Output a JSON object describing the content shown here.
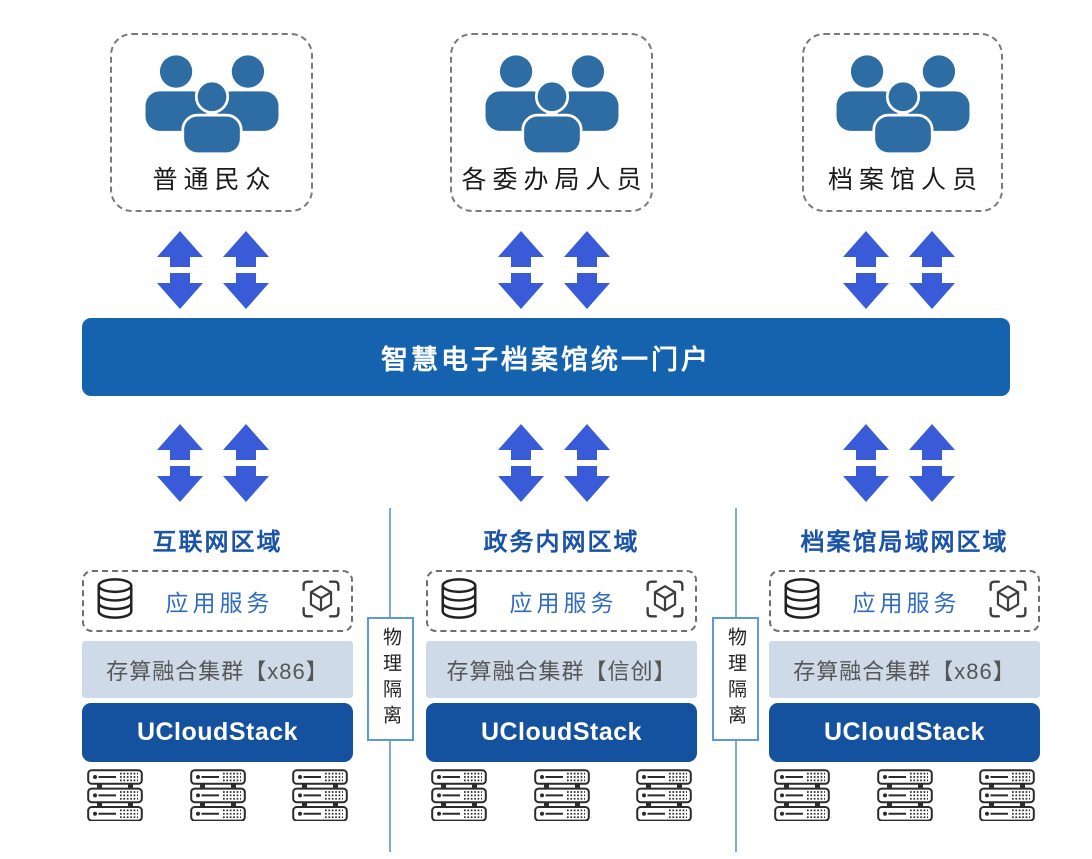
{
  "diagram": {
    "user_groups": [
      {
        "label": "普通民众"
      },
      {
        "label": "各委办局人员"
      },
      {
        "label": "档案馆人员"
      }
    ],
    "portal": {
      "title": "智慧电子档案馆统一门户"
    },
    "zones": [
      {
        "title": "互联网区域",
        "service_label": "应用服务",
        "cluster_label": "存算融合集群【x86】",
        "platform_label": "UCloudStack"
      },
      {
        "title": "政务内网区域",
        "service_label": "应用服务",
        "cluster_label": "存算融合集群【信创】",
        "platform_label": "UCloudStack"
      },
      {
        "title": "档案馆局域网区域",
        "service_label": "应用服务",
        "cluster_label": "存算融合集群【x86】",
        "platform_label": "UCloudStack"
      }
    ],
    "separators": [
      {
        "label": "物理隔离"
      },
      {
        "label": "物理隔离"
      }
    ],
    "icons": {
      "user_group": "people-group-icon",
      "arrow": "double-vertical-arrow-icon",
      "database": "database-icon",
      "cube": "cube-scan-icon",
      "server": "server-stack-icon"
    },
    "colors": {
      "portal_bar": "#1563AE",
      "platform_bar": "#14529F",
      "arrow_blue": "#3A5BD8",
      "zone_title_blue": "#1A53A8",
      "service_text_blue": "#2F6BBF",
      "cluster_bg": "#CFDAE8",
      "person_icon_blue": "#2E6DA4",
      "isolation_border_blue": "#5B9BD5"
    }
  }
}
